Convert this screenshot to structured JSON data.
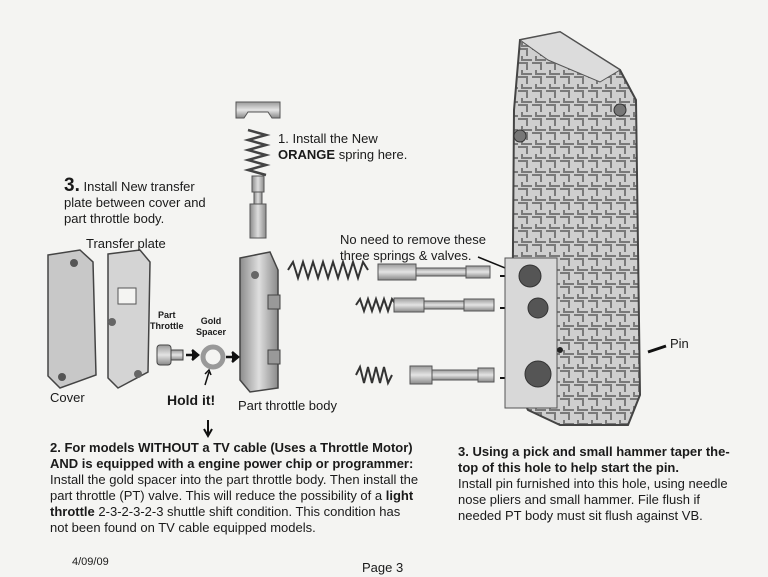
{
  "step1": {
    "prefix": "1. Install the New",
    "highlight": "ORANGE",
    "suffix": "spring here."
  },
  "step3_transfer": {
    "number": "3.",
    "line1": "Install New transfer",
    "line2": "plate between cover and",
    "line3": "part throttle body."
  },
  "labels": {
    "transfer_plate": "Transfer plate",
    "no_need_line1": "No need to remove these",
    "no_need_line2": "three springs & valves.",
    "part_throttle_line1": "Part",
    "part_throttle_line2": "Throttle",
    "gold_spacer_line1": "Gold",
    "gold_spacer_line2": "Spacer",
    "cover": "Cover",
    "hold_it": "Hold it!",
    "part_throttle_body": "Part throttle body",
    "pin": "Pin"
  },
  "step2": {
    "heading1": "2. For models WITHOUT a TV cable (Uses a Throttle Motor)",
    "heading2": "AND is equipped with a engine power chip or programmer:",
    "line1": "Install the gold spacer into the part throttle body. Then install the",
    "line2": "part throttle (PT) valve. This will reduce the possibility of a",
    "line2_bold": "light",
    "line3_bold": "throttle",
    "line3": "2-3-2-3-2-3 shuttle shift condition.  This condition has",
    "line4": "not been found on TV cable equipped models."
  },
  "step3_pin": {
    "heading1": "3. Using a pick and small hammer taper the-",
    "heading2": "top of this hole to help start the pin.",
    "line1": "Install pin furnished into this hole, using needle",
    "line2": "nose pliers and small hammer.  File flush if",
    "line3": "needed PT body must sit flush against VB."
  },
  "footer": {
    "date": "4/09/09",
    "page": "Page 3"
  },
  "colors": {
    "ink": "#1a1a1a",
    "metal": "#b9b9b9",
    "metal_dark": "#6f6f6f"
  }
}
